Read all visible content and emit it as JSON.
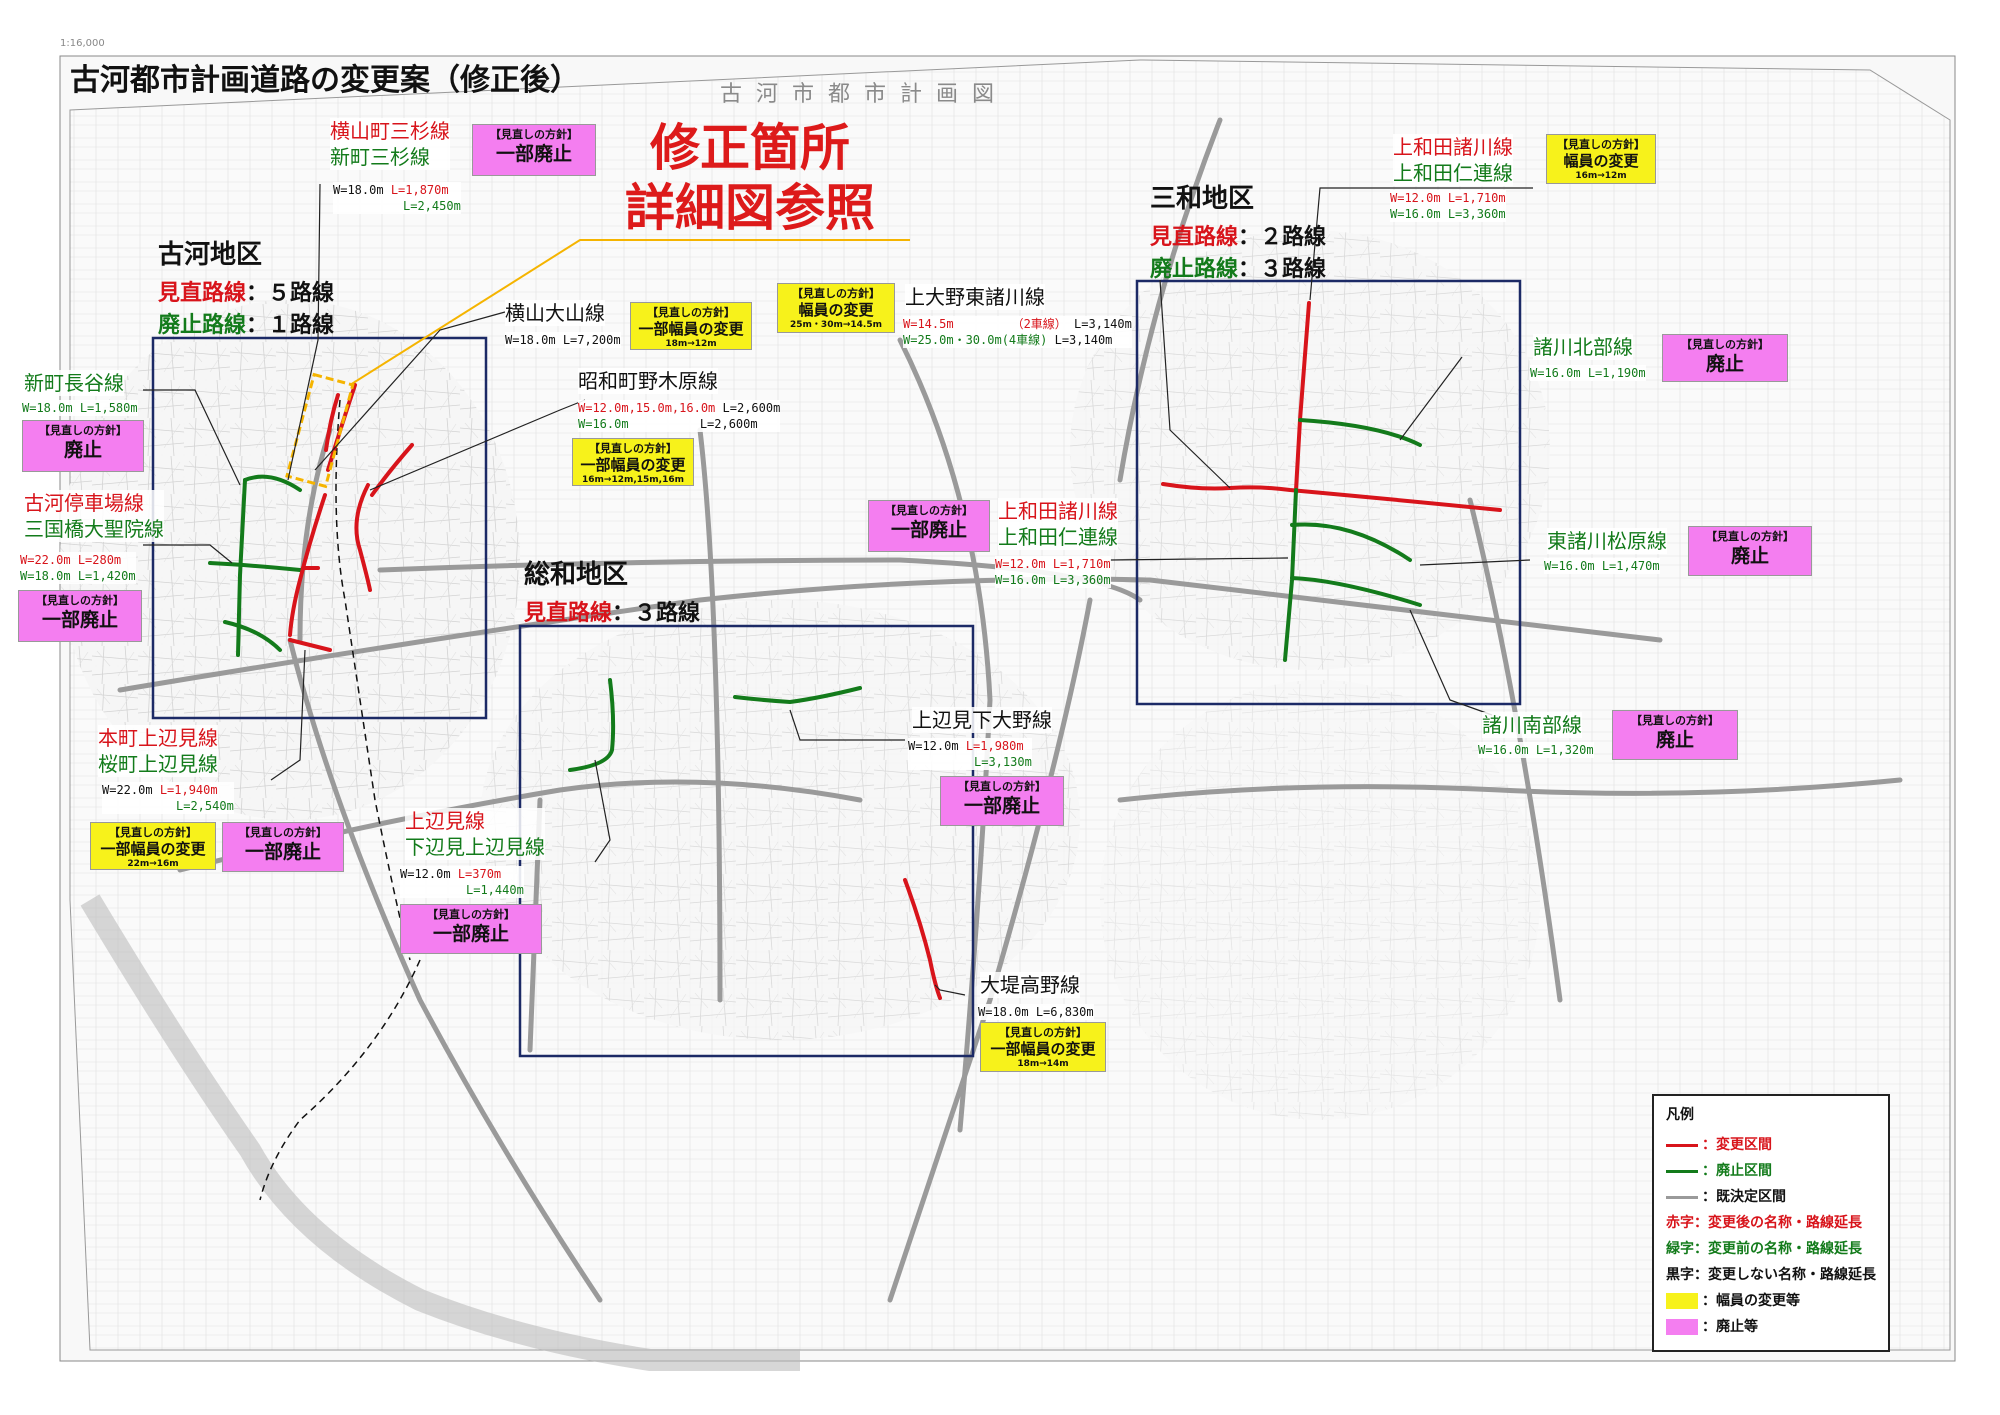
{
  "title": "古河都市計画道路の変更案（修正後）",
  "scale_text": "1:16,000",
  "watermark": "古河市都市計画図",
  "fix_note": [
    "修正箇所",
    "詳細図参照"
  ],
  "colors": {
    "changed": "#d8141b",
    "abolished": "#137b1b",
    "existing": "#9a9a9a",
    "frame": "#1c2a66",
    "pink": "#f47ef0",
    "yellow": "#f7f21b",
    "callout": "#f5b400"
  },
  "districts": {
    "koga": {
      "name": "古河地区",
      "review_label": "見直路線",
      "review_count": "：５路線",
      "abolish_label": "廃止路線",
      "abolish_count": "：１路線"
    },
    "sowa": {
      "name": "総和地区",
      "review_label": "見直路線",
      "review_count": "：３路線"
    },
    "sanwa": {
      "name": "三和地区",
      "review_label": "見直路線",
      "review_count": "：２路線",
      "abolish_label": "廃止路線",
      "abolish_count": "：３路線"
    }
  },
  "routes": {
    "yokoyama_misugi": {
      "name_new": "横山町三杉線",
      "name_old": "新町三杉線",
      "width": "W=18.0m",
      "len_new": "L=1,870m",
      "len_old": "L=2,450m",
      "policy_head": "【見直しの方針】",
      "policy": "一部廃止"
    },
    "shinmachi_hase": {
      "name": "新町長谷線",
      "width": "W=18.0m",
      "len": "L=1,580m",
      "policy_head": "【見直しの方針】",
      "policy": "廃止"
    },
    "koga_station": {
      "name_new": "古河停車場線",
      "name_old": "三国橋大聖院線",
      "width_new": "W=22.0m",
      "len_new": "L=280m",
      "width_old": "W=18.0m",
      "len_old": "L=1,420m",
      "policy_head": "【見直しの方針】",
      "policy": "一部廃止"
    },
    "yokoyama_oyama": {
      "name": "横山大山線",
      "width": "W=18.0m",
      "len": "L=7,200m",
      "policy_head": "【見直しの方針】",
      "policy": "一部幅員の変更",
      "policy_sub": "18m→12m"
    },
    "showa_nogihara": {
      "name": "昭和町野木原線",
      "width_new": "W=12.0m,15.0m,16.0m",
      "len_new": "L=2,600m",
      "width_old": "W=16.0m",
      "len_old": "L=2,600m",
      "policy_head": "【見直しの方針】",
      "policy": "一部幅員の変更",
      "policy_sub": "16m→12m,15m,16m"
    },
    "honmachi_kamihenmi": {
      "name_new": "本町上辺見線",
      "name_old": "桜町上辺見線",
      "width": "W=22.0m",
      "len_new": "L=1,940m",
      "len_old": "L=2,540m",
      "policy1_head": "【見直しの方針】",
      "policy1": "一部幅員の変更",
      "policy1_sub": "22m→16m",
      "policy2_head": "【見直しの方針】",
      "policy2": "一部廃止"
    },
    "kamihenmi": {
      "name_new": "上辺見線",
      "name_old": "下辺見上辺見線",
      "width": "W=12.0m",
      "len_new": "L=370m",
      "len_old": "L=1,440m",
      "policy_head": "【見直しの方針】",
      "policy": "一部廃止"
    },
    "kamioono": {
      "name": "上大野東諸川線",
      "policy_head": "【見直しの方針】",
      "policy": "幅員の変更",
      "policy_sub": "25m・30m→14.5m",
      "width_new": "W=14.5m",
      "lanes_new": "（2車線）",
      "len_new": "L=3,140m",
      "width_old": "W=25.0m・30.0m(4車線)",
      "len_old": "L=3,140m"
    },
    "kamihenmi_shimooono": {
      "name": "上辺見下大野線",
      "width": "W=12.0m",
      "len_new": "L=1,980m",
      "len_old": "L=3,130m",
      "policy_head": "【見直しの方針】",
      "policy": "一部廃止"
    },
    "otsutsumi_takano": {
      "name": "大堤高野線",
      "width": "W=18.0m",
      "len": "L=6,830m",
      "policy_head": "【見直しの方針】",
      "policy": "一部幅員の変更",
      "policy_sub": "18m→14m"
    },
    "kamiwada_top": {
      "name_new": "上和田諸川線",
      "name_old": "上和田仁連線",
      "width_new": "W=12.0m",
      "len_new": "L=1,710m",
      "width_old": "W=16.0m",
      "len_old": "L=3,360m",
      "policy_head": "【見直しの方針】",
      "policy": "幅員の変更",
      "policy_sub": "16m→12m"
    },
    "kamiwada_mid": {
      "name_new": "上和田諸川線",
      "name_old": "上和田仁連線",
      "width_new": "W=12.0m",
      "len_new": "L=1,710m",
      "width_old": "W=16.0m",
      "len_old": "L=3,360m",
      "policy_head": "【見直しの方針】",
      "policy": "一部廃止"
    },
    "morokawa_north": {
      "name": "諸川北部線",
      "width": "W=16.0m",
      "len": "L=1,190m",
      "policy_head": "【見直しの方針】",
      "policy": "廃止"
    },
    "higashi_morokawa": {
      "name": "東諸川松原線",
      "width": "W=16.0m",
      "len": "L=1,470m",
      "policy_head": "【見直しの方針】",
      "policy": "廃止"
    },
    "morokawa_south": {
      "name": "諸川南部線",
      "width": "W=16.0m",
      "len": "L=1,320m",
      "policy_head": "【見直しの方針】",
      "policy": "廃止"
    }
  },
  "legend": {
    "title": "凡例",
    "items": [
      {
        "kind": "line",
        "color": "#d8141b",
        "text": "：変更区間",
        "text_color": "#d8141b"
      },
      {
        "kind": "line",
        "color": "#137b1b",
        "text": "：廃止区間",
        "text_color": "#137b1b"
      },
      {
        "kind": "line",
        "color": "#9a9a9a",
        "text": "：既決定区間",
        "text_color": "#111111"
      },
      {
        "kind": "text",
        "text": "赤字：変更後の名称・路線延長",
        "text_color": "#d8141b"
      },
      {
        "kind": "text",
        "text": "緑字：変更前の名称・路線延長",
        "text_color": "#137b1b"
      },
      {
        "kind": "text",
        "text": "黒字：変更しない名称・路線延長",
        "text_color": "#111111"
      },
      {
        "kind": "box",
        "color": "#f7f21b",
        "text": "：幅員の変更等",
        "text_color": "#111111"
      },
      {
        "kind": "box",
        "color": "#f47ef0",
        "text": "：廃止等",
        "text_color": "#111111"
      }
    ]
  }
}
